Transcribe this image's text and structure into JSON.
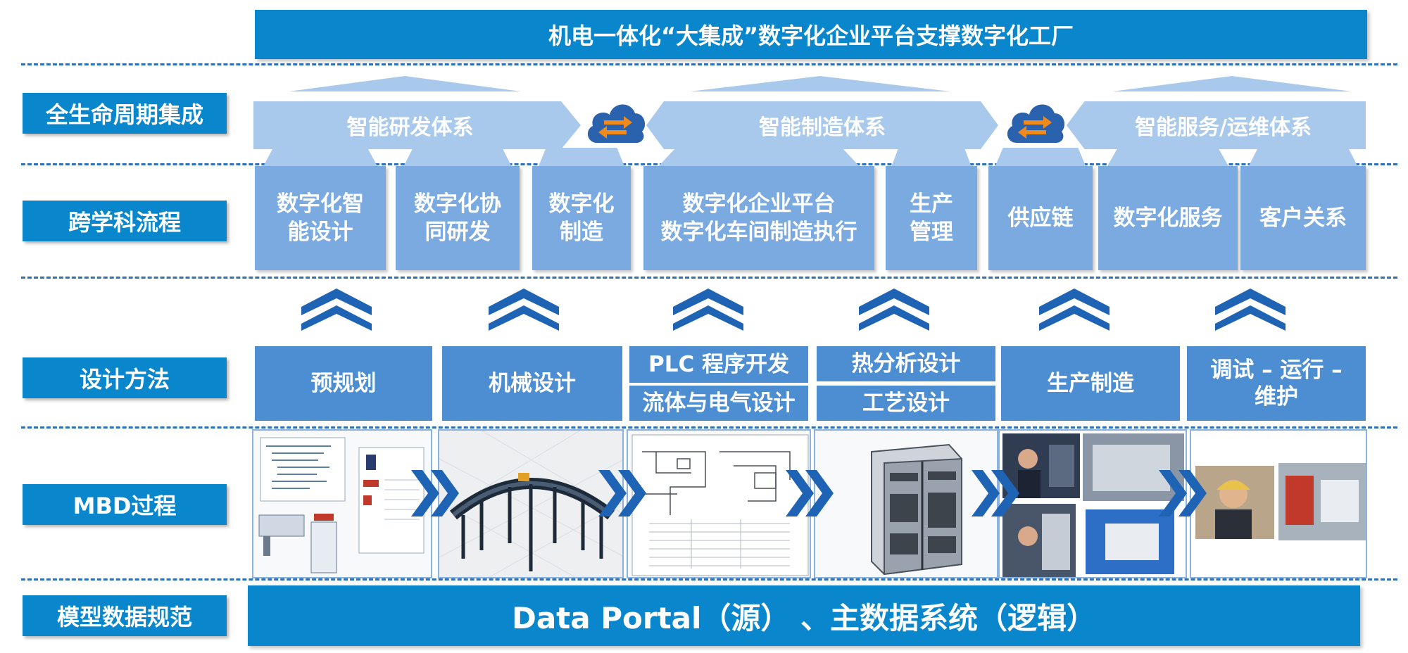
{
  "title": "机电一体化“大集成”数字化企业平台支撑数字化工厂",
  "rows": {
    "lifecycle": "全生命周期集成",
    "process": "跨学科流程",
    "method": "设计方法",
    "mbd": "MBD过程",
    "spec": "模型数据规范"
  },
  "lifecycle_systems": [
    "智能研发体系",
    "智能制造体系",
    "智能服务/运维体系"
  ],
  "processes": [
    {
      "line1": "数字化智",
      "line2": "能设计"
    },
    {
      "line1": "数字化协",
      "line2": "同研发"
    },
    {
      "line1": "数字化",
      "line2": "制造"
    },
    {
      "line1": "数字化企业平台",
      "line2": "数字化车间制造执行"
    },
    {
      "line1": "生产",
      "line2": "管理"
    },
    {
      "line1": "供应链",
      "line2": ""
    },
    {
      "line1": "数字化服务",
      "line2": ""
    },
    {
      "line1": "客户关系",
      "line2": ""
    }
  ],
  "methods": {
    "m1": "预规划",
    "m2": "机械设计",
    "m3a": "PLC 程序开发",
    "m3b": "流体与电气设计",
    "m4a": "热分析设计",
    "m4b": "工艺设计",
    "m5": "生产制造",
    "m6a": "调试 – 运行 –",
    "m6b": "维护"
  },
  "platform": "Data Portal（源） 、主数据系统（逻辑）",
  "colors": {
    "primary": "#0a86cc",
    "light": "#a9c9ec",
    "process": "#7aaae0",
    "method": "#4c8ed1",
    "cloud": "#2a62ad",
    "swap_arrows": "#f08a1c",
    "dash": "#2f6fb5"
  },
  "icons": [
    "cloud-sync-icon",
    "double-chevron-up-icon",
    "chevron-right-icon"
  ]
}
